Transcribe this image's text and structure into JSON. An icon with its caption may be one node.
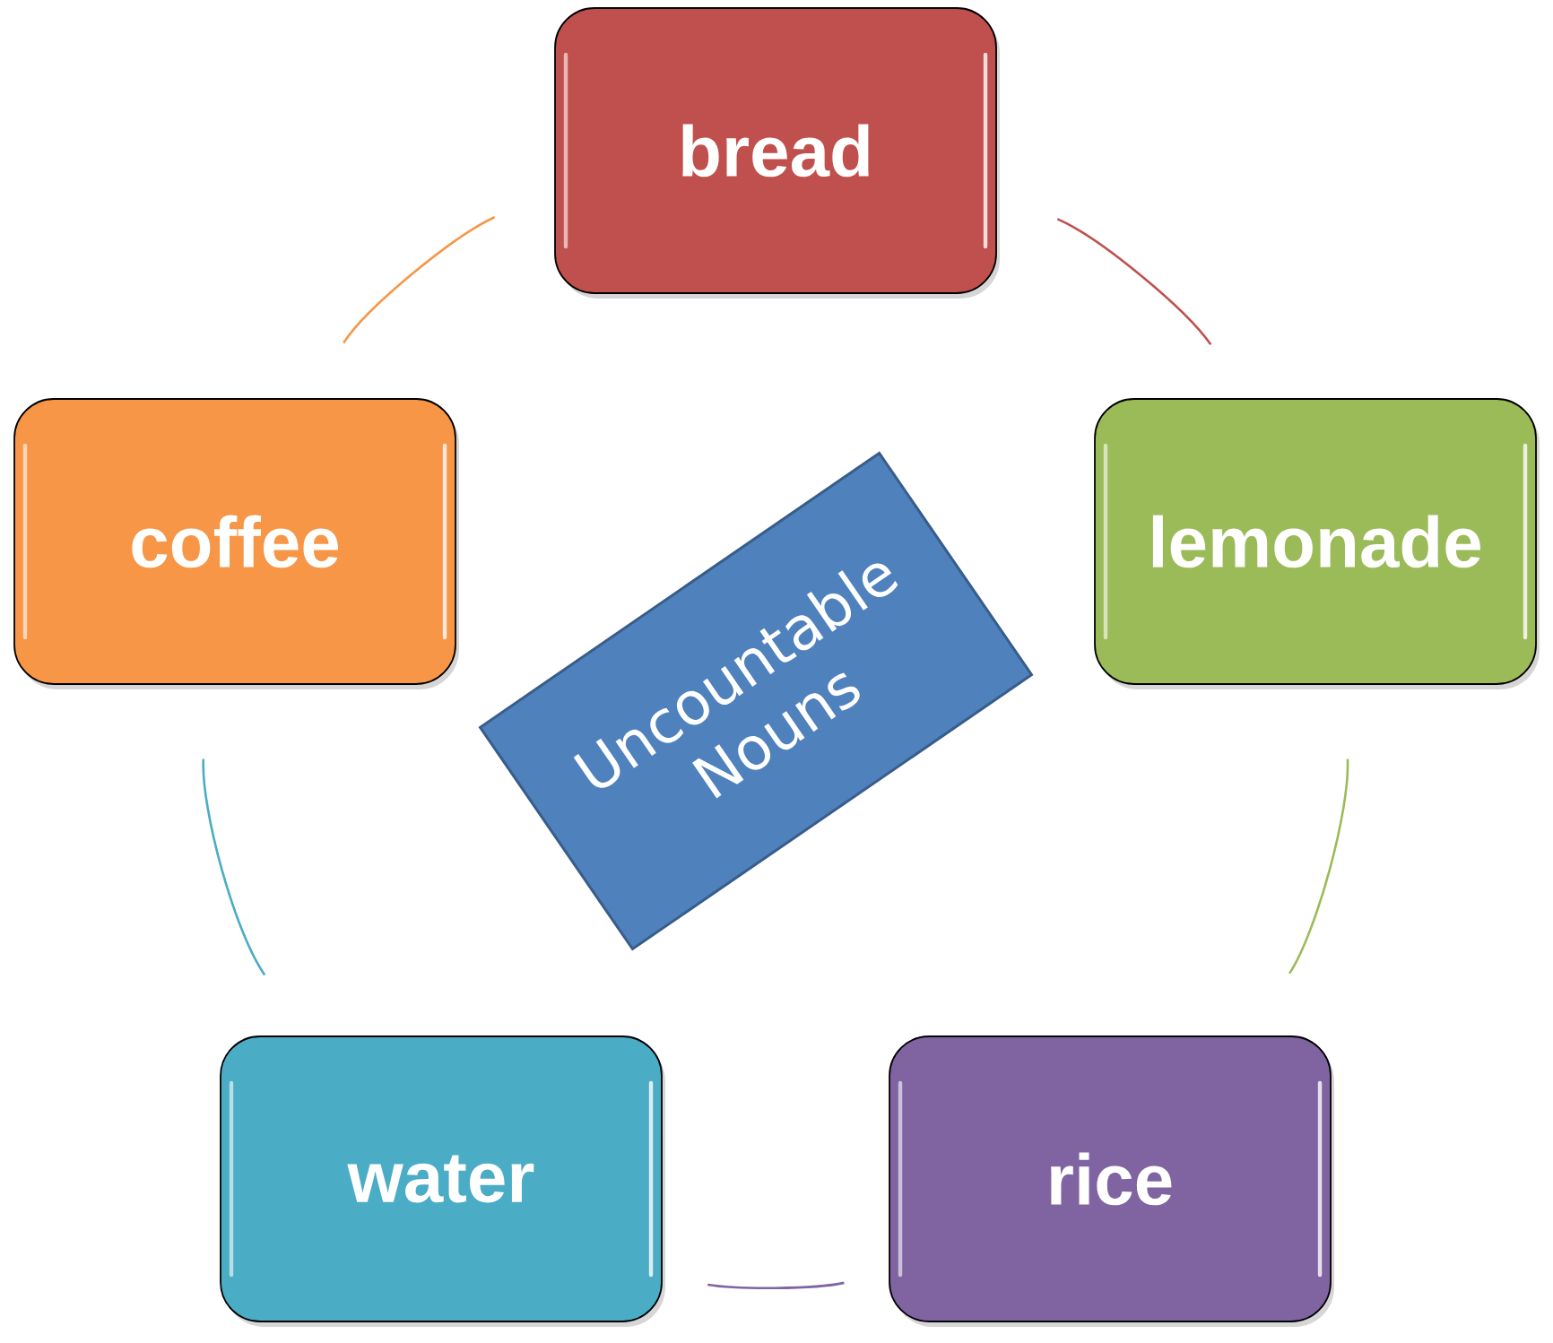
{
  "diagram": {
    "nodes": [
      {
        "text": [
          "bread"
        ]
      },
      {
        "text": [
          "coffee"
        ]
      },
      {
        "text": [
          "lemonade"
        ]
      },
      {
        "text": [
          "Uncountable Nouns"
        ]
      },
      {
        "text": [
          "water"
        ]
      },
      {
        "text": [
          "rice"
        ]
      }
    ],
    "edges": [
      {
        "from": 0,
        "to": 2,
        "arrow": "none",
        "color": "#c0504d"
      },
      {
        "from": 2,
        "to": 5,
        "arrow": "none",
        "color": "#9bbb59"
      },
      {
        "from": 5,
        "to": 4,
        "arrow": "none",
        "color": "#8064a2"
      },
      {
        "from": 4,
        "to": 1,
        "arrow": "none",
        "color": "#4bacc6"
      },
      {
        "from": 1,
        "to": 0,
        "arrow": "none",
        "color": "#f79646"
      }
    ]
  }
}
